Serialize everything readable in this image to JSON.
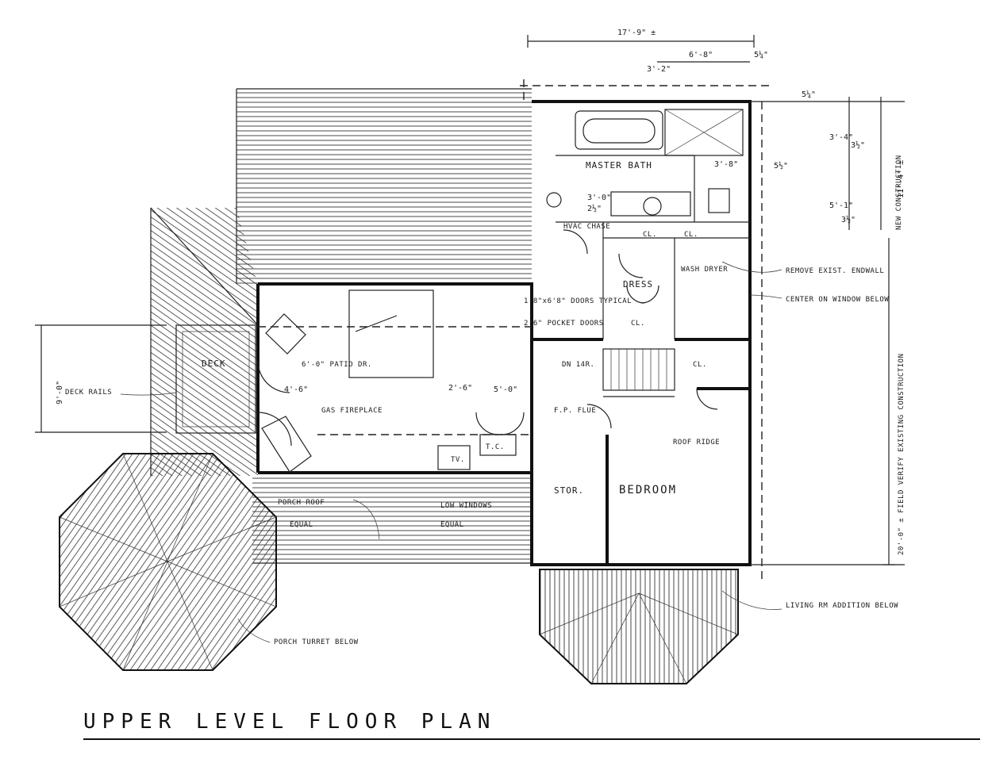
{
  "title": "UPPER LEVEL FLOOR PLAN",
  "dimensions": {
    "overall_width": "17'-9\" ±",
    "bath_width": "6'-8\"",
    "left_offset": "3'-2\"",
    "right_offset": "5¼\"",
    "top_small": "5¼\"",
    "shower_depth": "3'-4\"",
    "shower_small": "3½\"",
    "vanity_width": "3'-8\"",
    "vanity_small": "5½\"",
    "depth_a": "5'-1\"",
    "depth_b": "3½\"",
    "new_total": "11'-4\" ±",
    "deck_depth": "9'-0\"",
    "fireplace_offset": "4'-6\"",
    "door_a": "2'-6\"",
    "door_b": "5'-0\"",
    "chase_door": "3'-0\"",
    "chase_small": "2½\""
  },
  "rooms": {
    "master_bath": "MASTER BATH",
    "dress": "DRESS",
    "closet_a": "CL.",
    "closet_b": "CL.",
    "closet_c": "CL.",
    "closet_d": "CL.",
    "bedroom": "BEDROOM",
    "stor": "STOR.",
    "deck": "DECK",
    "tv": "TV.",
    "toc": "T.C.",
    "wash_dryer": "WASH DRYER"
  },
  "notes": {
    "hvac_chase": "HVAC CHASE",
    "doors_typical": "1'8\"x6'8\" DOORS TYPICAL",
    "pocket_doors": "2'6\" POCKET DOORS",
    "remove_exist_endwall": "REMOVE EXIST. ENDWALL",
    "center_on_window": "CENTER ON WINDOW BELOW",
    "dn_stairs": "DN 14R.",
    "patio_dr": "6'-0\" PATIO DR.",
    "gas_fireplace": "GAS FIREPLACE",
    "fp_flue": "F.P. FLUE",
    "roof_ridge": "ROOF RIDGE",
    "deck_rails": "DECK RAILS",
    "porch_roof": "PORCH ROOF",
    "low_windows": "LOW WINDOWS",
    "equal_a": "EQUAL",
    "equal_b": "EQUAL",
    "living_rm_addition": "LIVING RM ADDITION BELOW",
    "porch_turret": "PORCH TURRET BELOW",
    "new_construction": "NEW CONSTRUCTION",
    "existing_construction": "20'-0\" ± FIELD VERIFY EXISTING CONSTRUCTION"
  }
}
